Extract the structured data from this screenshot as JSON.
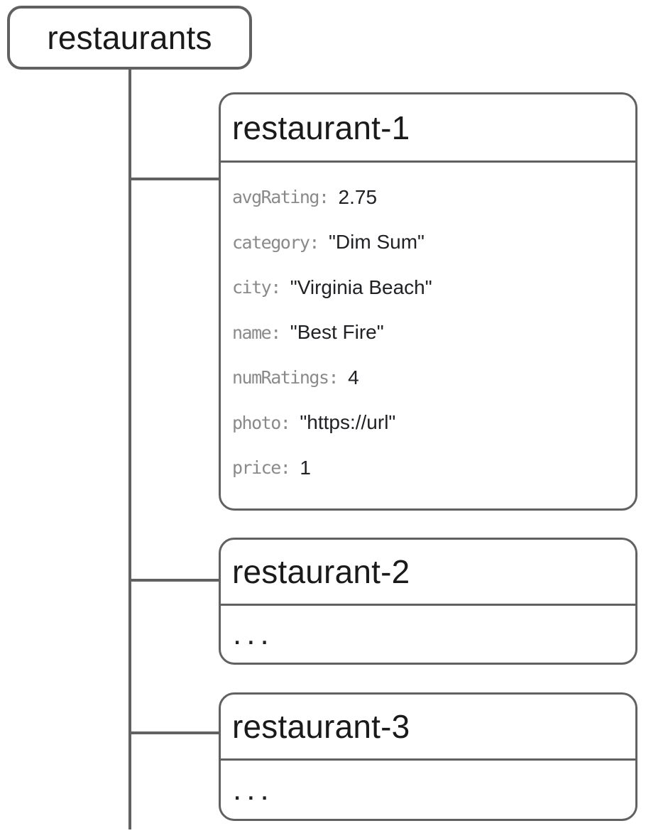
{
  "colors": {
    "line": "#616161",
    "key-text": "#8a8a8a",
    "value-text": "#202124",
    "title-text": "#1a1a1a"
  },
  "root": {
    "label": "restaurants"
  },
  "documents": [
    {
      "id": "restaurant-1",
      "fields": [
        {
          "key": "avgRating:",
          "value": "2.75"
        },
        {
          "key": "category:",
          "value": "\"Dim Sum\""
        },
        {
          "key": "city:",
          "value": "\"Virginia Beach\""
        },
        {
          "key": "name:",
          "value": "\"Best Fire\""
        },
        {
          "key": "numRatings:",
          "value": "4"
        },
        {
          "key": "photo:",
          "value": "\"https://url\""
        },
        {
          "key": "price:",
          "value": "1"
        }
      ]
    },
    {
      "id": "restaurant-2",
      "body": "..."
    },
    {
      "id": "restaurant-3",
      "body": "..."
    }
  ]
}
